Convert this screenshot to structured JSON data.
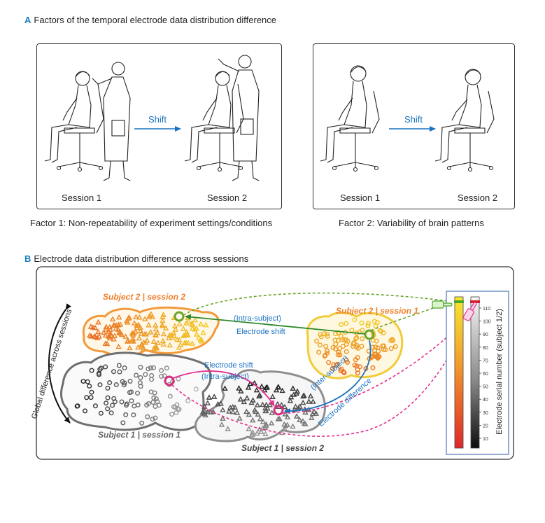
{
  "sectionA": {
    "letter": "A",
    "title": "Factors of the temporal electrode data distribution difference"
  },
  "factor1": {
    "caption": "Factor 1: Non-repeatability of experiment settings/conditions",
    "session1": "Session 1",
    "session2": "Session 2",
    "shift": "Shift"
  },
  "factor2": {
    "caption": "Factor 2: Variability of brain patterns",
    "session1": "Session 1",
    "session2": "Session 2",
    "shift": "Shift"
  },
  "sectionB": {
    "letter": "B",
    "title": "Electrode data distribution difference across sessions"
  },
  "diagram": {
    "global_label": "Global difference across sessions",
    "s2s2": "Subject 2 | session 2",
    "s2s1": "Subject 2 | session 1",
    "s1s1": "Subject 1 | session 1",
    "s1s2": "Subject 1 | session 2",
    "intra_top_1": "(Intra-subject)",
    "intra_top_2": "Electrode shift",
    "intra_mid_1": "Electrode shift",
    "intra_mid_2": "(Intra-subject)",
    "inter_1": "(Inter-subject)",
    "inter_2": "Electrode difference",
    "colorbar_label": "Electrode serial number (subject 1/2)",
    "ticks": [
      "110",
      "100",
      "90",
      "80",
      "70",
      "60",
      "50",
      "40",
      "30",
      "20",
      "10"
    ]
  },
  "colors": {
    "accent_blue": "#1a73c0",
    "orange": "#f07f2a",
    "magenta": "#e2308f",
    "green": "#48a628",
    "yellow": "#f2d12a",
    "gray": "#6f6f6f"
  }
}
